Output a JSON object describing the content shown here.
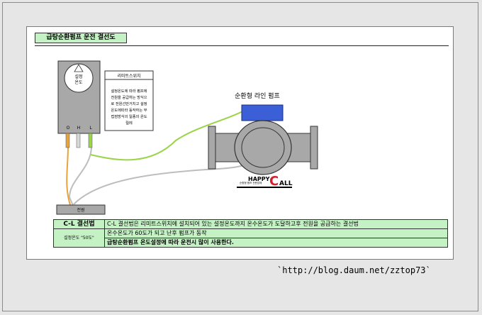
{
  "title": "급탕순환펌프 운전 결선도",
  "thermostat": {
    "dial_label": "설정\n온도",
    "terminals": [
      "O",
      "H",
      "L"
    ]
  },
  "note": {
    "header": "리미트스위치",
    "body": "설정온도에 따라 펌프에\n전원을 공급하는 방식으\n로 전원선만거치고 설정\n온도에따라 동작하는 무\n접점방식의 일종의 온도\n릴레\n"
  },
  "pump": {
    "label": "순환형 라인 펌프",
    "brand_top": "HAPPY",
    "brand_mark": "C",
    "brand_rest": "ALL",
    "brand_sub": "순환형 펌프 전문업체"
  },
  "power_label": "전원",
  "table": {
    "row1_lead": "C-L 결선법",
    "row1_desc": "C-L 결선법은 리미트스위치에 설치되어 있는 설정온도까지 온수온도가 도달하고후  전원을 공급하는 결선법",
    "row2_lead": "설정온도 \"50도\"",
    "row2_desc": "온수온도가 60도가 되고 난후 펌프가 동작",
    "row3_desc": "급탕순환펌프 온도설정에 따라 운전시 많이 사용한다."
  },
  "watermark": "`http://blog.daum.net/zztop73`",
  "colors": {
    "title_fill": "#c5f2c5",
    "thermostat_body": "#a8a8a8",
    "pump_body": "#a8a8a8",
    "motor_blue": "#3b5fd6",
    "wire_orange": "#e8a33a",
    "wire_green": "#9bd34a",
    "wire_gray": "#bdbdbd",
    "brand_red": "#d41f2b"
  }
}
